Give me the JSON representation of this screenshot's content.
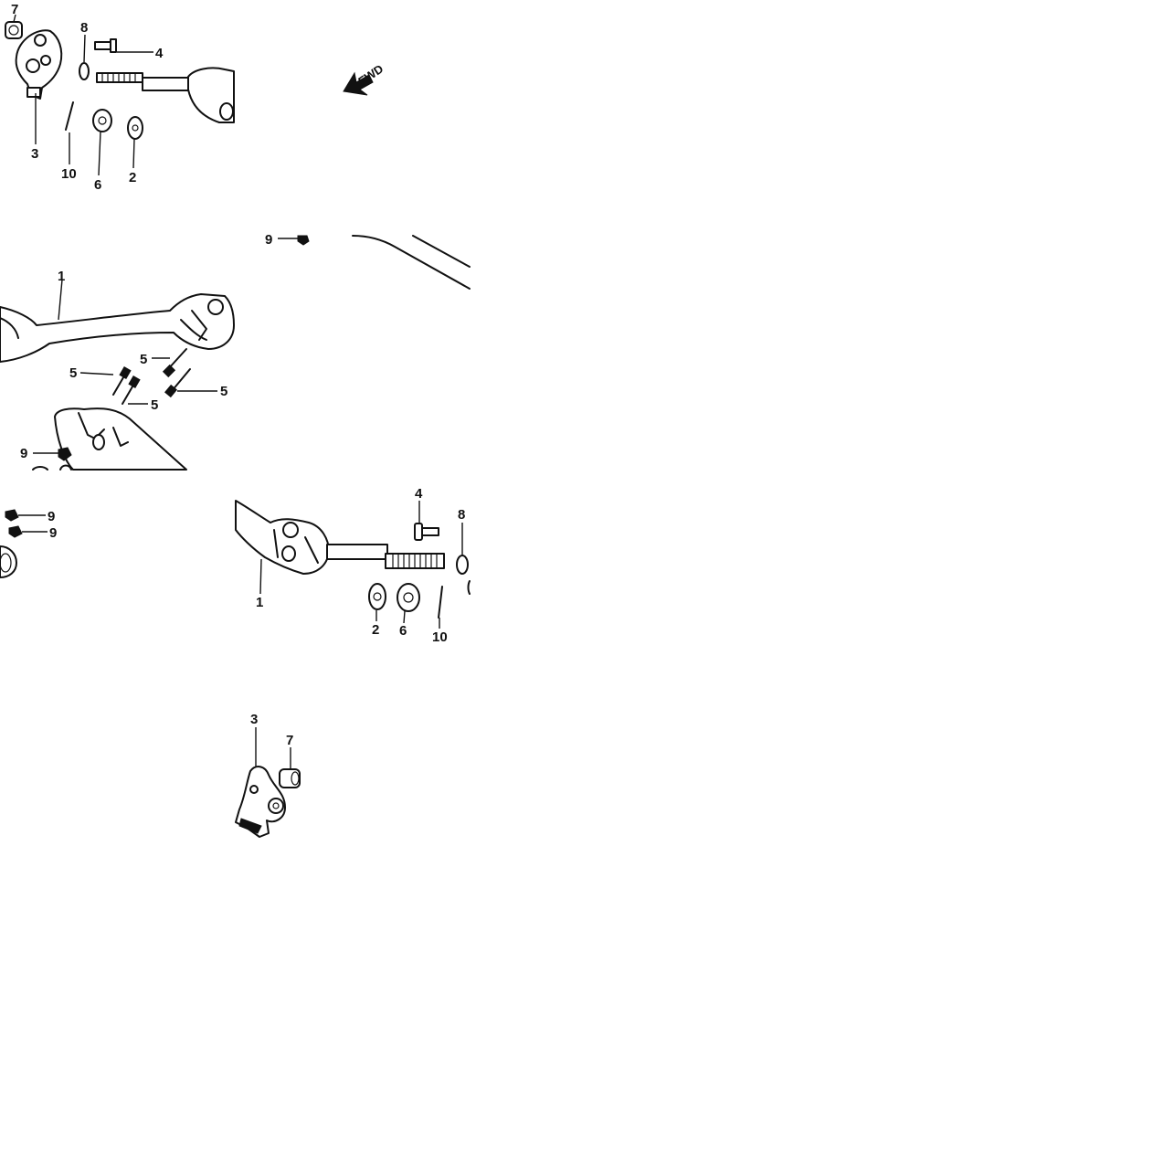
{
  "diagram": {
    "direction_label": "FWD",
    "colors": {
      "ink": "#111111",
      "paper": "#ffffff"
    },
    "callouts": {
      "upper_left": [
        "7",
        "8",
        "4",
        "3",
        "10",
        "6",
        "2"
      ],
      "middle_left": [
        "1",
        "5",
        "5",
        "5",
        "5",
        "9"
      ],
      "middle_top": [
        "9"
      ],
      "lower_left": [
        "9",
        "9"
      ],
      "lower_right": [
        "4",
        "8",
        "1",
        "2",
        "6",
        "10"
      ],
      "bottom": [
        "3",
        "7"
      ]
    }
  }
}
